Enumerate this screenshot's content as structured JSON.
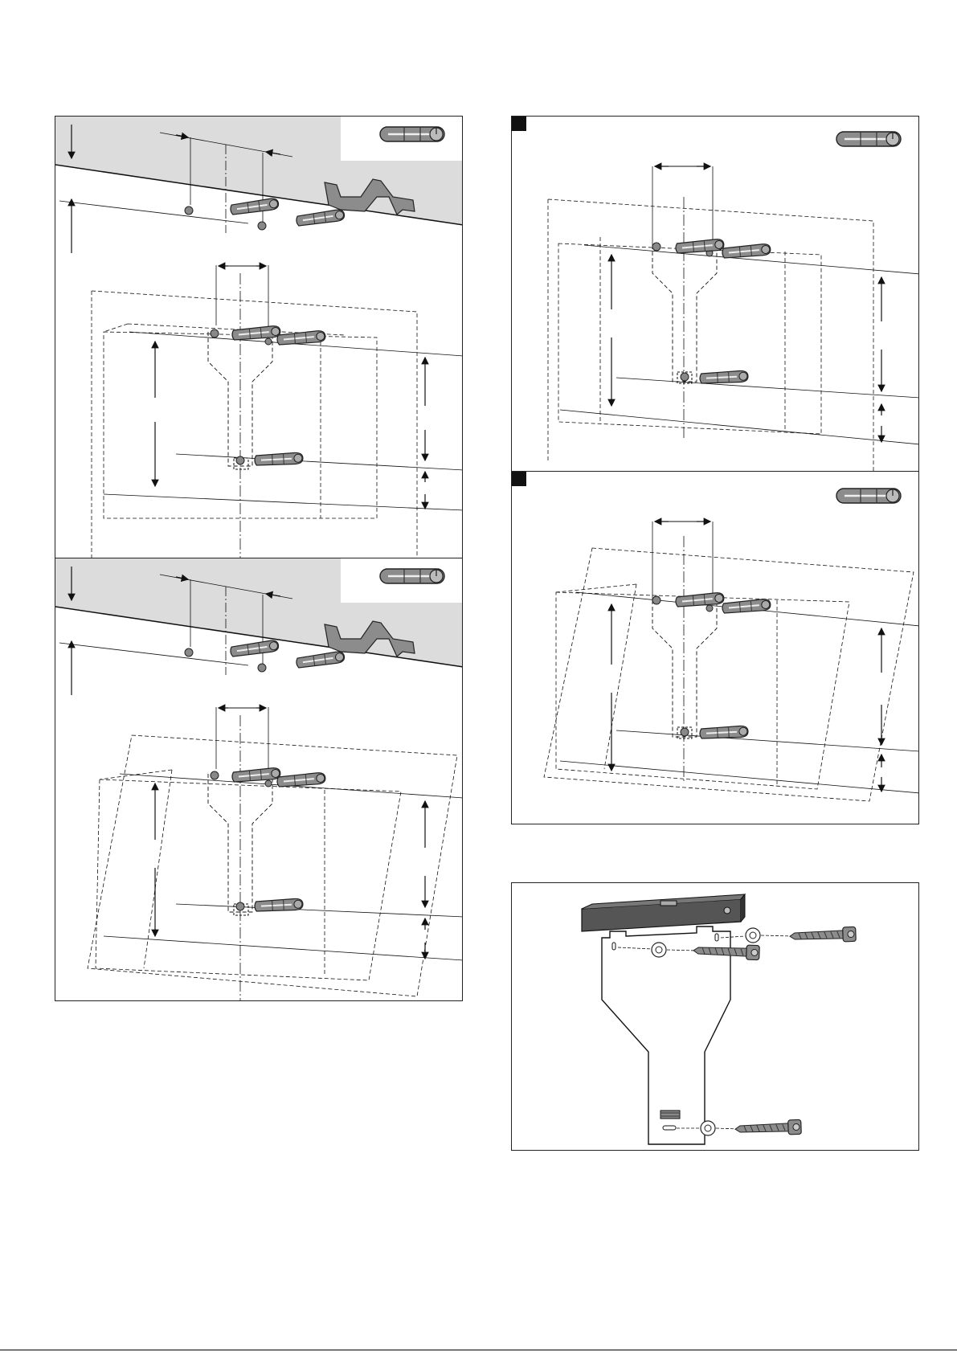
{
  "figure": {
    "panels": [
      {
        "id": "panel-1",
        "kind": "wall-ceiling-dowel-layout",
        "step_marker": true,
        "icon": "wall-plug-icon"
      },
      {
        "id": "panel-2",
        "kind": "wall-dowel-layout",
        "step_marker": true,
        "icon": "wall-plug-icon"
      },
      {
        "id": "panel-3",
        "kind": "wall-ceiling-dowel-layout-sloped",
        "step_marker": true,
        "icon": "wall-plug-icon"
      },
      {
        "id": "panel-4",
        "kind": "wall-dowel-layout-sloped",
        "step_marker": true,
        "icon": "wall-plug-icon"
      },
      {
        "id": "panel-5",
        "kind": "bracket-screw-assembly",
        "step_marker": false,
        "icon": "spirit-level-icon"
      }
    ],
    "colors": {
      "ceiling": "#dcdcdc",
      "line": "#1a1a1a",
      "plug": "#8a8a8a",
      "marker": "#111111"
    }
  }
}
